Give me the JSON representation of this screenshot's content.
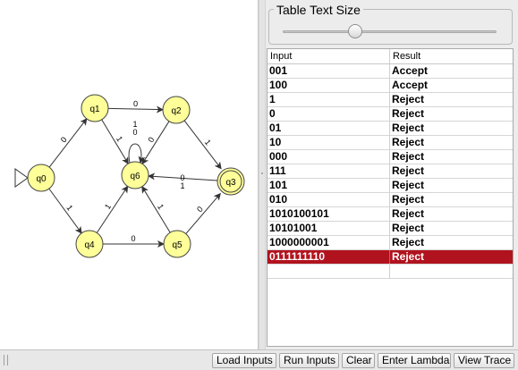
{
  "automaton": {
    "states": [
      {
        "id": "q0",
        "label": "q0",
        "initial": true,
        "final": false
      },
      {
        "id": "q1",
        "label": "q1",
        "initial": false,
        "final": false
      },
      {
        "id": "q2",
        "label": "q2",
        "initial": false,
        "final": false
      },
      {
        "id": "q3",
        "label": "q3",
        "initial": false,
        "final": true
      },
      {
        "id": "q4",
        "label": "q4",
        "initial": false,
        "final": false
      },
      {
        "id": "q5",
        "label": "q5",
        "initial": false,
        "final": false
      },
      {
        "id": "q6",
        "label": "q6",
        "initial": false,
        "final": false
      }
    ],
    "transitions": [
      {
        "from": "q0",
        "to": "q1",
        "label": "0"
      },
      {
        "from": "q0",
        "to": "q4",
        "label": "1"
      },
      {
        "from": "q1",
        "to": "q2",
        "label": "0"
      },
      {
        "from": "q1",
        "to": "q6",
        "label": "1"
      },
      {
        "from": "q2",
        "to": "q6",
        "label": "0"
      },
      {
        "from": "q2",
        "to": "q3",
        "label": "1"
      },
      {
        "from": "q4",
        "to": "q6",
        "label": "1"
      },
      {
        "from": "q4",
        "to": "q5",
        "label": "0"
      },
      {
        "from": "q5",
        "to": "q6",
        "label": "1"
      },
      {
        "from": "q5",
        "to": "q3",
        "label": "0"
      },
      {
        "from": "q3",
        "to": "q6",
        "label": "0\n1"
      },
      {
        "from": "q6",
        "to": "q6",
        "label": "1\n0"
      }
    ],
    "colors": {
      "state_fill": "#ffff99",
      "state_stroke": "#444444"
    }
  },
  "panel": {
    "size_title": "Table Text Size",
    "slider_value": 0.34
  },
  "table": {
    "headers": {
      "input": "Input",
      "result": "Result"
    },
    "rows": [
      {
        "input": "001",
        "result": "Accept"
      },
      {
        "input": "100",
        "result": "Accept"
      },
      {
        "input": "1",
        "result": "Reject"
      },
      {
        "input": "0",
        "result": "Reject"
      },
      {
        "input": "01",
        "result": "Reject"
      },
      {
        "input": "10",
        "result": "Reject"
      },
      {
        "input": "000",
        "result": "Reject"
      },
      {
        "input": "111",
        "result": "Reject"
      },
      {
        "input": "101",
        "result": "Reject"
      },
      {
        "input": "010",
        "result": "Reject"
      },
      {
        "input": "1010100101",
        "result": "Reject"
      },
      {
        "input": "10101001",
        "result": "Reject"
      },
      {
        "input": "1000000001",
        "result": "Reject"
      },
      {
        "input": "0111111110",
        "result": "Reject"
      },
      {
        "input": "",
        "result": ""
      }
    ],
    "selected_row": 13,
    "selection_color": "#b1131e"
  },
  "buttons": {
    "load_inputs": "Load Inputs",
    "run_inputs": "Run Inputs",
    "clear": "Clear",
    "enter_lambda": "Enter Lambda",
    "view_trace": "View Trace"
  }
}
